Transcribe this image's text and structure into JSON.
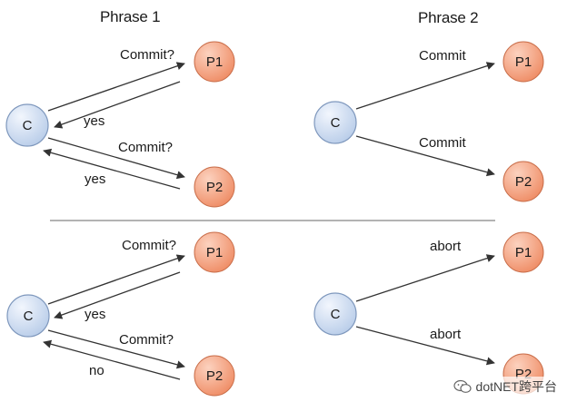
{
  "titles": {
    "phase1": "Phrase 1",
    "phase2": "Phrase 2"
  },
  "colors": {
    "coordinator_fill": "#cddcf1",
    "coordinator_stroke": "#7f98bd",
    "participant_fill": "#f5a585",
    "participant_stroke": "#c96e4a",
    "arrow": "#333333",
    "divider": "#9a9a9a"
  },
  "scenario_success": {
    "phase1": {
      "coordinator": "C",
      "p1": "P1",
      "p2": "P2",
      "to_p1": "Commit?",
      "from_p1": "yes",
      "to_p2": "Commit?",
      "from_p2": "yes"
    },
    "phase2": {
      "coordinator": "C",
      "p1": "P1",
      "p2": "P2",
      "to_p1": "Commit",
      "to_p2": "Commit"
    }
  },
  "scenario_failure": {
    "phase1": {
      "coordinator": "C",
      "p1": "P1",
      "p2": "P2",
      "to_p1": "Commit?",
      "from_p1": "yes",
      "to_p2": "Commit?",
      "from_p2": "no"
    },
    "phase2": {
      "coordinator": "C",
      "p1": "P1",
      "p2": "P2",
      "to_p1": "abort",
      "to_p2": "abort"
    }
  },
  "watermark": {
    "text": "dotNET跨平台",
    "icon": "wechat-icon"
  }
}
